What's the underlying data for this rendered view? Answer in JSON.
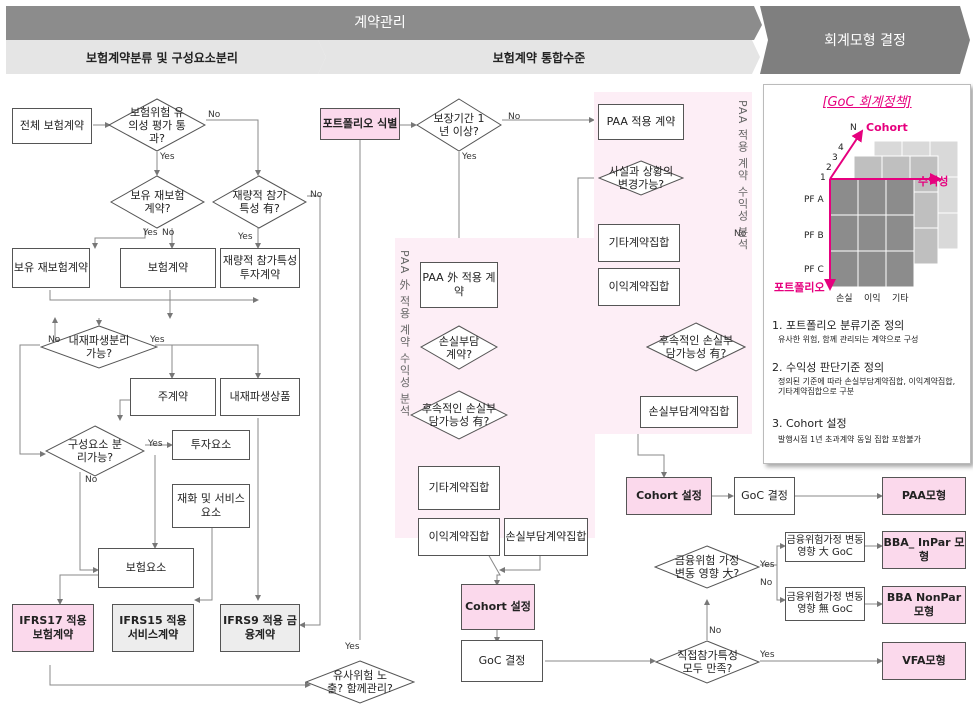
{
  "header": {
    "main": "계약관리",
    "right": "회계모형 결정",
    "sub_left": "보험계약분류 및 구성요소분리",
    "sub_mid": "보험계약 통합수준"
  },
  "nodes": {
    "all_contracts": "전체 보험계약",
    "risk_test": "보험위험 유의성 평가 통과?",
    "reinsurance_q": "보유 재보험계약?",
    "discretionary_q": "재량적 참가 특성 有?",
    "reinsurance_box": "보유 재보험계약",
    "insurance_box": "보험계약",
    "discretionary_box": "재량적 참가특성 투자계약",
    "embedded_q": "내재파생분리 가능?",
    "host_contract": "주계약",
    "embedded_product": "내재파생상품",
    "component_q": "구성요소 분리가능?",
    "investment_comp": "투자요소",
    "goods_service": "재화 및 서비스요소",
    "insurance_comp": "보험요소",
    "ifrs17": "IFRS17 적용 보험계약",
    "ifrs15": "IFRS15 적용 서비스계약",
    "ifrs9": "IFRS9 적용 금융계약",
    "similar_risk_q": "유사위험 노출? 함께관리?",
    "portfolio_id": "포트폴리오 식별",
    "coverage_q": "보장기간 1년 이상?",
    "non_paa": "PAA 外 적용 계약",
    "onerous_q": "손실부담 계약?",
    "later_onerous_q": "후속적인 손실부담가능성 有?",
    "other_group": "기타계약집합",
    "profit_group": "이익계약집합",
    "onerous_group": "손실부담계약집합",
    "cohort_mid": "Cohort 설정",
    "goc_mid": "GoC 결정",
    "paa_contract": "PAA 적용 계약",
    "change_q": "사실과 상황의 변경가능?",
    "paa_other": "기타계약집합",
    "paa_profit": "이익계약집합",
    "paa_later_q": "후속적인 손실부담가능성 有?",
    "paa_onerous": "손실부담계약집합",
    "cohort_right": "Cohort 설정",
    "goc_right": "GoC 결정",
    "fin_risk_q": "금융위험 가정 변동 영향 大?",
    "fin_yes": "금융위험가정 변동 영향 大 GoC",
    "fin_no": "금융위험가정 변동 영향 無 GoC",
    "direct_q": "직접참가특성 모두 만족?"
  },
  "models": {
    "paa": "PAA모형",
    "bba_inpar": "BBA_ InPar 모형",
    "bba_nonpar": "BBA NonPar모형",
    "vfa": "VFA모형"
  },
  "labels": {
    "yes": "Yes",
    "no": "No"
  },
  "side_labels": {
    "non_paa_analysis": "PAA 外 적용 계약 수익성 분석",
    "paa_analysis": "PAA 적용 계약 수익성 분석"
  },
  "policy": {
    "title": "[GoC 회계정책]",
    "axis_cohort": "Cohort",
    "axis_profit": "수익성",
    "axis_portfolio": "포트폴리오",
    "n_label": "N",
    "numbers": [
      "1",
      "2",
      "3",
      "4"
    ],
    "pf_labels": [
      "PF A",
      "PF B",
      "PF C"
    ],
    "profit_cats": [
      "손실",
      "이익",
      "기타"
    ],
    "items": [
      {
        "title": "1. 포트폴리오 분류기준 정의",
        "desc": "유사한 위험, 함께 관리되는 계약으로 구성"
      },
      {
        "title": "2. 수익성 판단기준 정의",
        "desc": "정의된 기준에 따라 손실부담계약집합, 이익계약집합, 기타계약집합으로 구분"
      },
      {
        "title": "3. Cohort 설정",
        "desc": "발행시점 1년 초과계약 동일 집합 포함불가"
      }
    ]
  },
  "colors": {
    "pink": "#fbd9ec",
    "magenta": "#e6007e",
    "header_gray": "#8c8c8c"
  }
}
